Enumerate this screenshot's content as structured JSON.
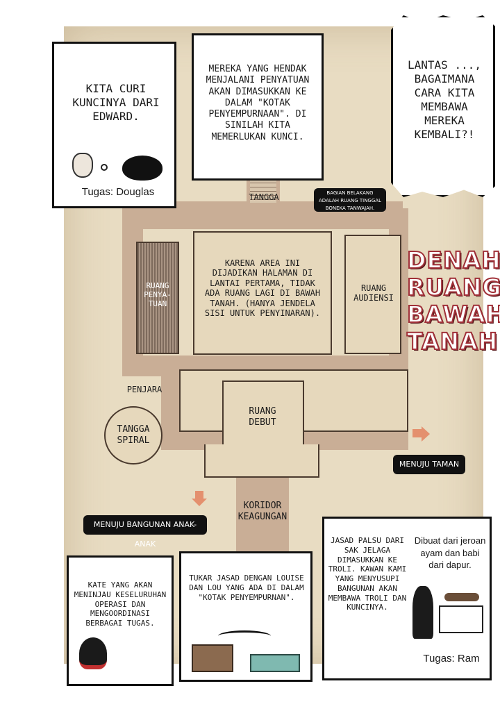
{
  "map": {
    "stairs": "TANGGA",
    "note_back": "BAGIAN BELAKANG ADALAH RUANG TINGGAL BONEKA TANWAJAH.",
    "center_text": "KARENA AREA INI DIJADIKAN HALAMAN DI LANTAI PERTAMA, TIDAK ADA RUANG LAGI DI BAWAH TANAH. (HANYA JENDELA SISI UNTUK PENYINARAN).",
    "room_union": "RUANG PENYA-TUAN",
    "room_audience": "RUANG AUDIENSI",
    "prison": "PENJARA",
    "spiral_stairs": "TANGGA SPIRAL",
    "room_debut": "RUANG DEBUT",
    "to_garden": "MENUJU TAMAN",
    "corridor": "KORIDOR KEAGUNGAN",
    "to_children": "MENUJU BANGUNAN ANAK-ANAK",
    "title": [
      "DENAH",
      "RUANG",
      "BAWAH",
      "TANAH"
    ],
    "accent_color": "#a03038"
  },
  "panels": {
    "steal_key": "KITA CURI KUNCINYA DARI EDWARD.",
    "tugas_douglas": "Tugas: Douglas",
    "union_text": "MEREKA YANG HENDAK MENJALANI PENYATUAN AKAN DIMASUKKAN KE DALAM \"KOTAK PENYEMPURNAAN\". DI SINILAH KITA MEMERLUKAN KUNCI.",
    "bubble_text": "LANTAS ..., BAGAIMANA CARA KITA MEMBAWA MEREKA KEMBALI?!",
    "coordinator": "KATE YANG AKAN MENINJAU KESELURUHAN OPERASI DAN MENGOORDINASI BERBAGAI TUGAS.",
    "swap": "TUKAR JASAD DENGAN LOUISE DAN LOU YANG ADA DI DALAM \"KOTAK PENYEMPURNAN\".",
    "fake_body": "JASAD PALSU DARI SAK JELAGA DIMASUKKAN KE TROLI. KAWAN KAMI YANG MENYUSUPI BANGUNAN AKAN MEMBAWA TROLI DAN KUNCINYA.",
    "chicken_note": "Dibuat dari jeroan ayam dan babi dari dapur.",
    "tugas_ram": "Tugas: Ram"
  }
}
